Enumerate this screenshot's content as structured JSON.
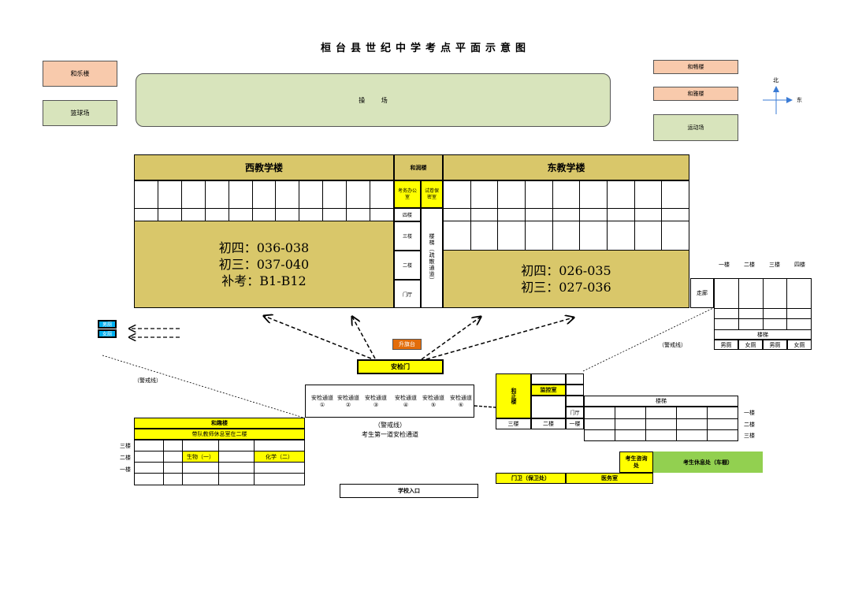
{
  "title": "桓台县世纪中学考点平面示意图",
  "buildings": {
    "hele": "和乐楼",
    "basketball": "篮球场",
    "playground": "操 场",
    "hechang": "和畅楼",
    "heya": "和雅楼",
    "sports": "运动场",
    "west": "西教学楼",
    "herun": "和润楼",
    "east": "东教学楼",
    "kaowu": "考务办公室",
    "shijuan": "试卷保密室",
    "stair_evac": "楼梯（疏散通道）",
    "floor4": "四楼",
    "floor3": "三楼",
    "floor2": "二楼",
    "lobby": "门厅"
  },
  "compass": {
    "north": "北",
    "east": "东"
  },
  "west_rooms": {
    "line1": "初四：036-038",
    "line2": "初三：037-040",
    "line3": "补考：B1-B12"
  },
  "east_rooms": {
    "line1": "初四：026-035",
    "line2": "初三：027-036"
  },
  "right_block": {
    "floors": [
      "一楼",
      "二楼",
      "三楼",
      "四楼"
    ],
    "corridor": "走廊",
    "stairs": "楼梯",
    "toilets": [
      "男厕",
      "女厕",
      "男厕",
      "女厕"
    ]
  },
  "left_toilet": {
    "male": "男厕",
    "female": "女厕"
  },
  "flag": "升旗台",
  "security_gate": "安检门",
  "cordon": "（警戒线）",
  "channels": [
    "安检通道①",
    "安检通道②",
    "安检通道③",
    "安检通道④",
    "安检通道⑤",
    "安检通道⑥"
  ],
  "channel_caption": "考生第一道安检通道",
  "heqv": {
    "name": "和趣楼",
    "note": "带队教师休息室在二楼",
    "floors": [
      "三楼",
      "二楼",
      "一楼"
    ],
    "bio": "生物（一）",
    "chem": "化学（二）"
  },
  "hezheng": {
    "name": "和正楼",
    "monitor": "监控室",
    "stairs": "楼梯",
    "lobby": "门厅",
    "floors_row": [
      "三楼",
      "二楼",
      "一楼"
    ],
    "side_floors": [
      "一楼",
      "二楼",
      "三楼"
    ]
  },
  "consult": "考生咨询处",
  "rest": "考生休息处（车棚）",
  "guard": "门卫（保卫处）",
  "clinic": "医务室",
  "entrance": "学校入口"
}
